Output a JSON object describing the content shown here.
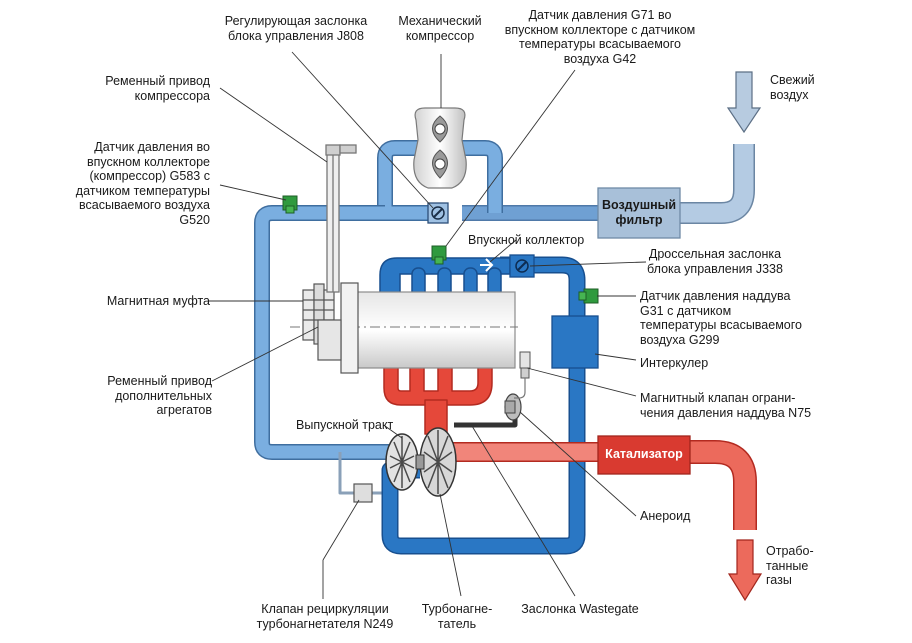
{
  "labels": {
    "j808": "Регулирующая заслонка\nблока управления J808",
    "mech_compressor": "Механический\nкомпрессор",
    "g71": "Датчик давления G71 во\nвпускном коллекторе с датчиком\nтемпературы всасываемого\nвоздуха G42",
    "fresh_air": "Свежий\nвоздух",
    "belt_compressor": "Ременный привод\nкомпрессора",
    "g583": "Датчик давления во\nвпускном коллекторе\n(компрессор) G583 с\nдатчиком температуры\nвсасываемого воздуха\nG520",
    "air_filter": "Воздушный\nфильтр",
    "intake_manifold": "Впускной коллектор",
    "j338": "Дроссельная заслонка\nблока управления J338",
    "g31": "Датчик давления наддува\nG31 с датчиком\nтемпературы всасываемого\nвоздуха G299",
    "mag_clutch": "Магнитная муфта",
    "intercooler": "Интеркулер",
    "belt_aux": "Ременный привод\nдополнительных\nагрегатов",
    "n75": "Магнитный клапан ограни-\nчения давления наддува N75",
    "exhaust_tract": "Выпускной тракт",
    "catalyst": "Катализатор",
    "aneroid": "Анероид",
    "exhaust_gas": "Отрабо-\nтанные\nгазы",
    "n249": "Клапан рециркуляции\nтурбонагнетателя N249",
    "turbo": "Турбонагне-\nтатель",
    "wastegate": "Заслонка Wastegate"
  },
  "colors": {
    "fresh_air": "#a9c3dd",
    "charge_air": "#4f8fcf",
    "boost_air": "#1f6fc0",
    "exhaust": "#e5483a",
    "catalyst": "#d93a30",
    "sensor": "#2f9a3e"
  }
}
